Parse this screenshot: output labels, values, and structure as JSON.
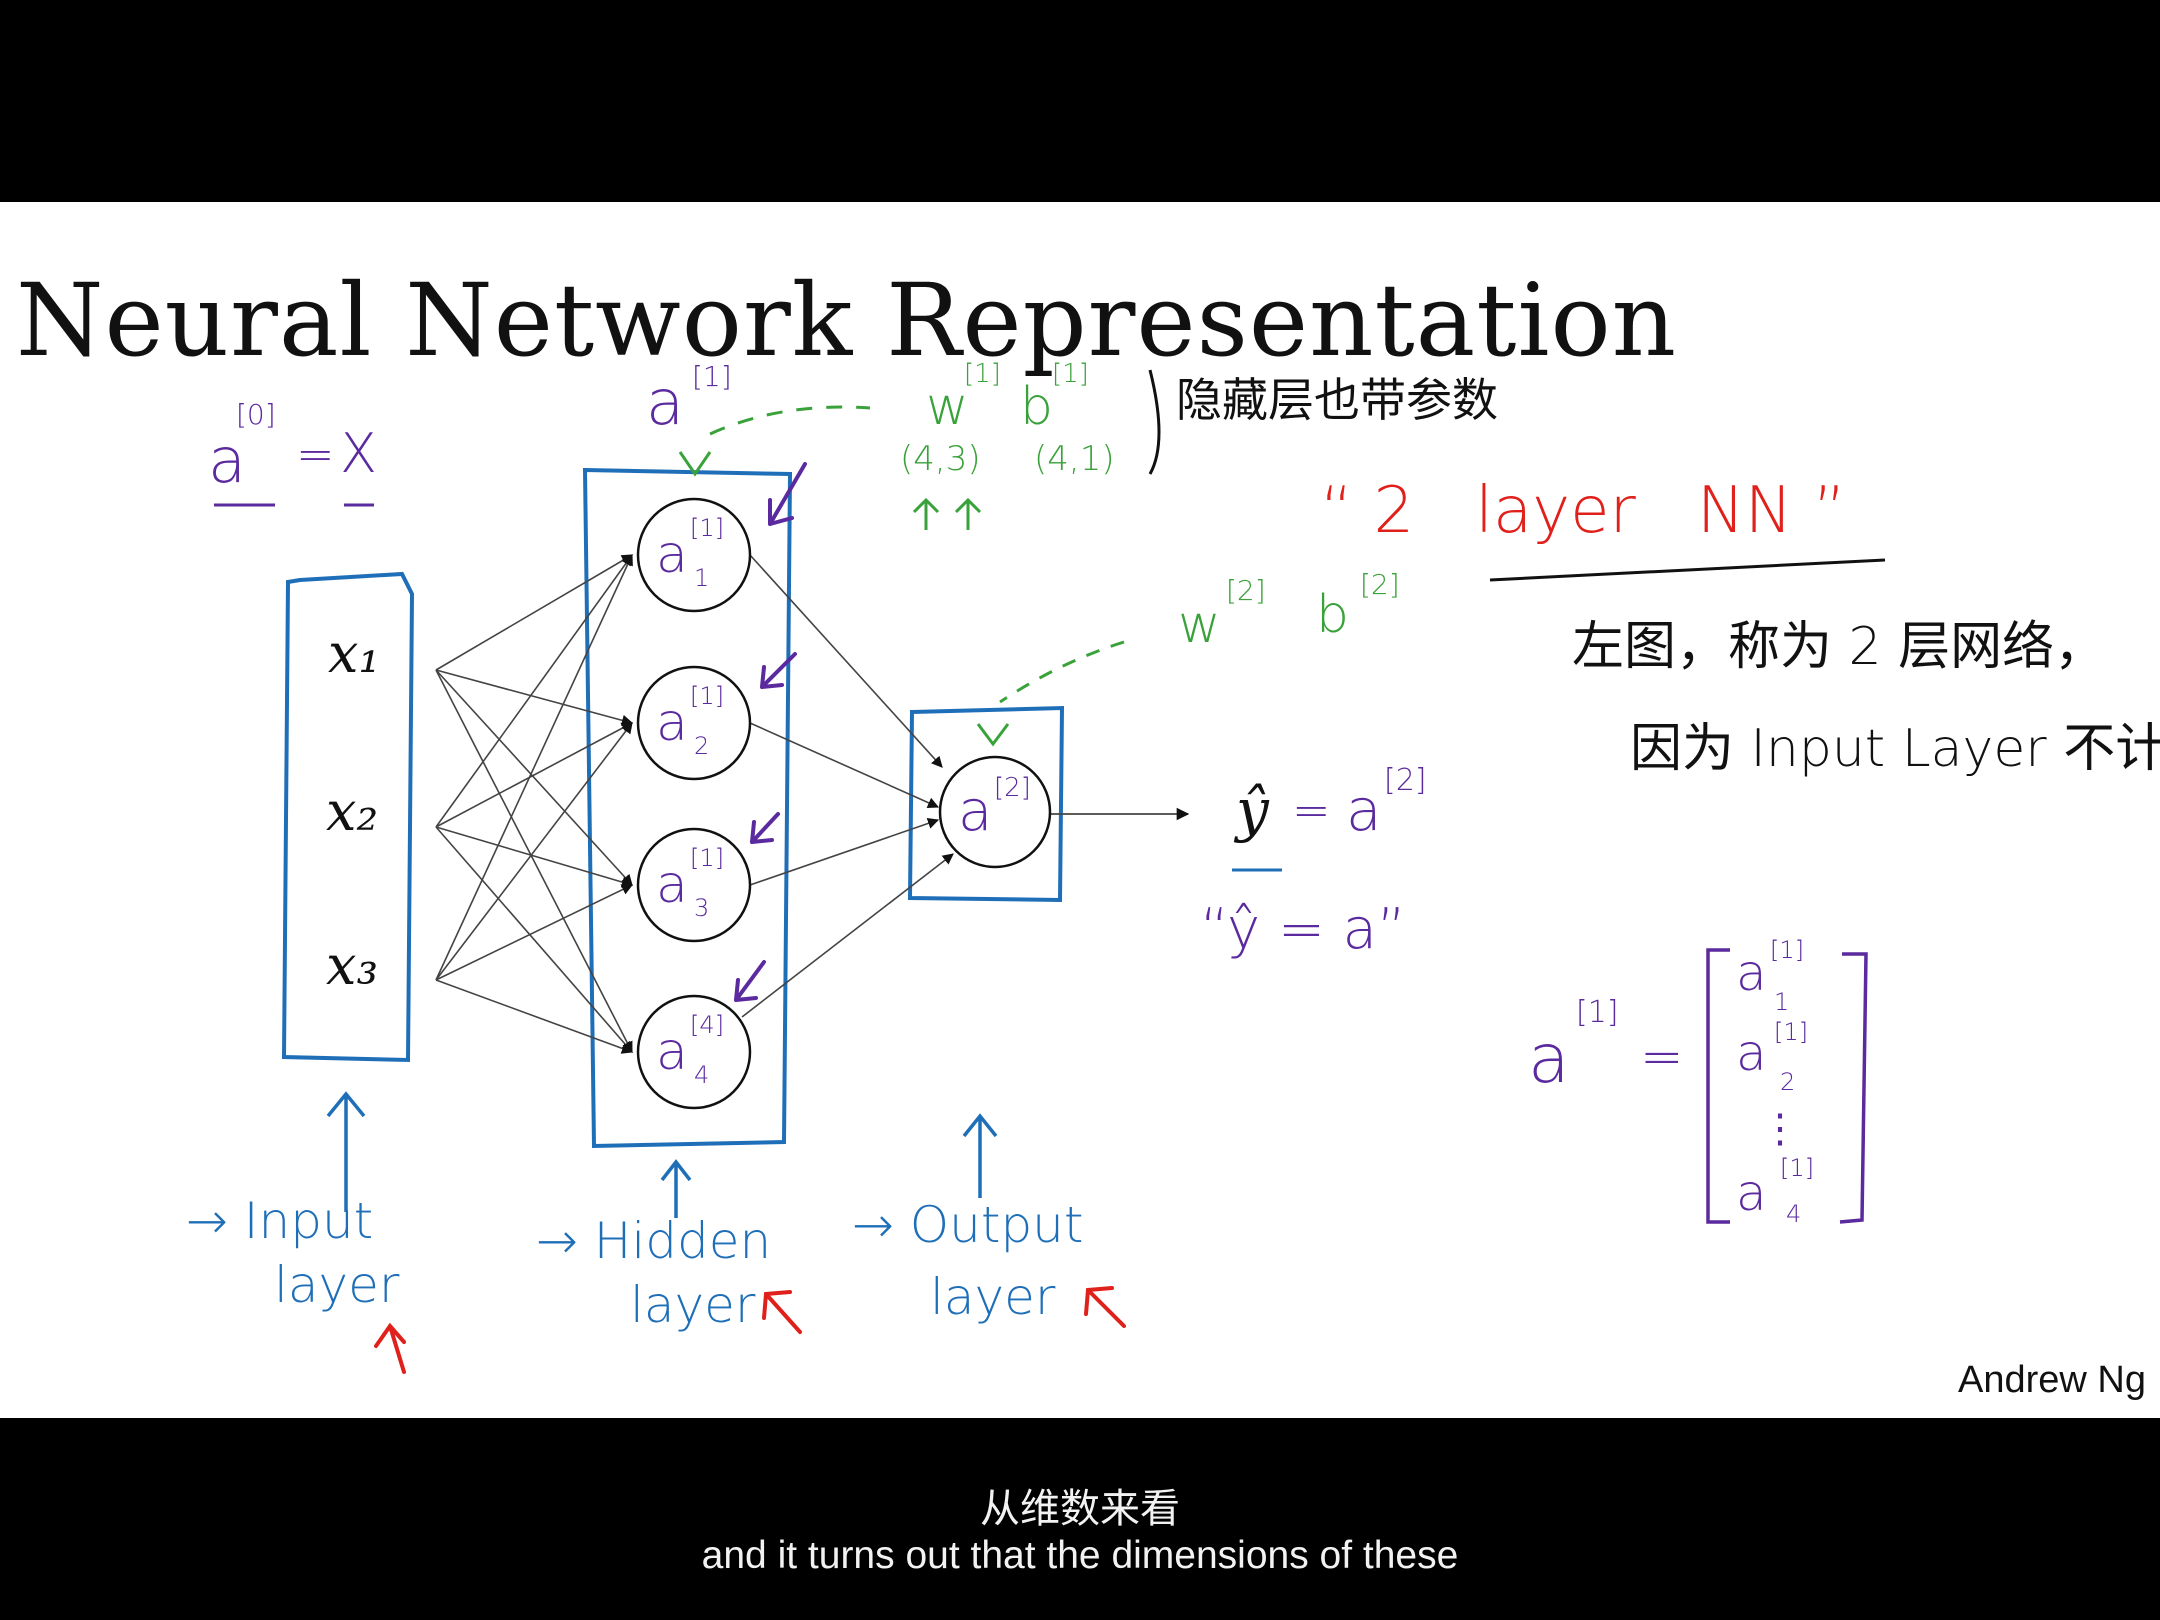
{
  "slide": {
    "title": "Neural Network Representation",
    "credit": "Andrew Ng"
  },
  "diagram": {
    "inputs": [
      "x₁",
      "x₂",
      "x₃"
    ],
    "hidden_nodes": [
      {
        "base": "a",
        "sup": "[1]",
        "sub": "1"
      },
      {
        "base": "a",
        "sup": "[1]",
        "sub": "2"
      },
      {
        "base": "a",
        "sup": "[1]",
        "sub": "3"
      },
      {
        "base": "a",
        "sup": "[4]",
        "sub": "4"
      }
    ],
    "output_node": {
      "base": "a",
      "sup": "[2]"
    },
    "output_eq": {
      "lhs": "ŷ",
      "eq": "=",
      "rhs": "a",
      "sup": "[2]"
    },
    "output_note": "“ŷ = a”",
    "input_eq": {
      "lhs": "a",
      "sup": "[0]",
      "eq": "=",
      "rhs": "X"
    },
    "hidden_label": {
      "base": "a",
      "sup": "[1]"
    },
    "hidden_params": {
      "w": "w",
      "w_sup": "[1]",
      "w_dim": "(4,3)",
      "b": "b",
      "b_sup": "[1]",
      "b_dim": "(4,1)"
    },
    "output_params": {
      "w": "w",
      "w_sup": "[2]",
      "b": "b",
      "b_sup": "[2]"
    },
    "layer_labels": {
      "input": [
        "→ Input",
        "layer"
      ],
      "hidden": [
        "→ Hidden",
        "layer"
      ],
      "output": [
        "→ Output",
        "layer"
      ]
    },
    "notes": {
      "hidden_has_params": "隐藏层也带参数",
      "two_layer": "“ 2   layer   NN ”",
      "left_fig_1": "左图，称为 2 层网络，",
      "left_fig_2": "因为 Input Layer 不计算"
    },
    "vector": {
      "lhs": "a",
      "lhs_sup": "[1]",
      "eq": "=",
      "entries": [
        {
          "base": "a",
          "sup": "[1]",
          "sub": "1"
        },
        {
          "base": "a",
          "sup": "[1]",
          "sub": "2"
        },
        {
          "base": "⋮",
          "sup": "",
          "sub": ""
        },
        {
          "base": "a",
          "sup": "[1]",
          "sub": "4"
        }
      ]
    }
  },
  "colors": {
    "blue": "#1f6fb8",
    "purple": "#5a2a9e",
    "green": "#3aa23a",
    "red": "#e0201a",
    "black": "#111111"
  },
  "subtitles": {
    "zh": "从维数来看",
    "en": "and it turns out that the dimensions of these"
  }
}
